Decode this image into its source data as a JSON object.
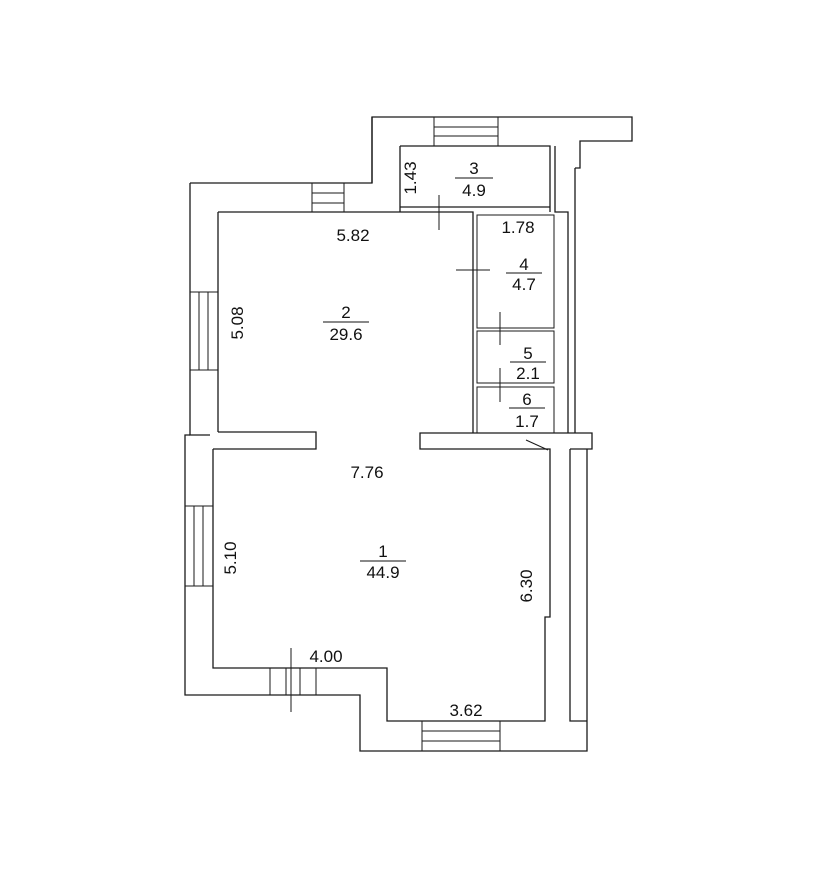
{
  "plan": {
    "rooms": [
      {
        "number": "1",
        "area": "44.9"
      },
      {
        "number": "2",
        "area": "29.6"
      },
      {
        "number": "3",
        "area": "4.9"
      },
      {
        "number": "4",
        "area": "4.7"
      },
      {
        "number": "5",
        "area": "2.1"
      },
      {
        "number": "6",
        "area": "1.7"
      }
    ],
    "dimensions": {
      "room2_top": "5.82",
      "room2_left": "5.08",
      "room1_top": "7.76",
      "room1_left": "5.10",
      "room1_right": "6.30",
      "room1_bottom_left": "4.00",
      "room1_bottom_right": "3.62",
      "room3_left": "1.43",
      "room4_top": "1.78"
    },
    "colors": {
      "line": "#1a1a1a",
      "background": "#ffffff"
    }
  }
}
